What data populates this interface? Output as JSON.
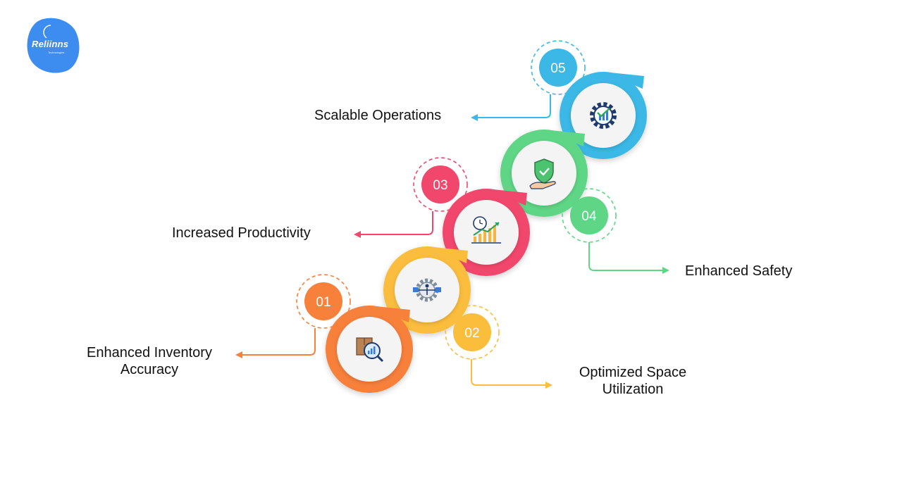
{
  "logo": {
    "name": "Reliinns",
    "tagline": "Technologies"
  },
  "steps": [
    {
      "number": "01",
      "label_line1": "Enhanced Inventory",
      "label_line2": "Accuracy",
      "color": "#F7803A",
      "icon": "inventory-search-icon"
    },
    {
      "number": "02",
      "label_line1": "Optimized Space",
      "label_line2": "Utilization",
      "color": "#FBBD3C",
      "icon": "gear-network-icon"
    },
    {
      "number": "03",
      "label_line1": "Increased Productivity",
      "label_line2": "",
      "color": "#F2476C",
      "icon": "productivity-chart-icon"
    },
    {
      "number": "04",
      "label_line1": "Enhanced Safety",
      "label_line2": "",
      "color": "#5FD686",
      "icon": "safety-shield-hand-icon"
    },
    {
      "number": "05",
      "label_line1": "Scalable Operations",
      "label_line2": "",
      "color": "#3BB8E6",
      "icon": "scalable-gear-icon"
    }
  ]
}
